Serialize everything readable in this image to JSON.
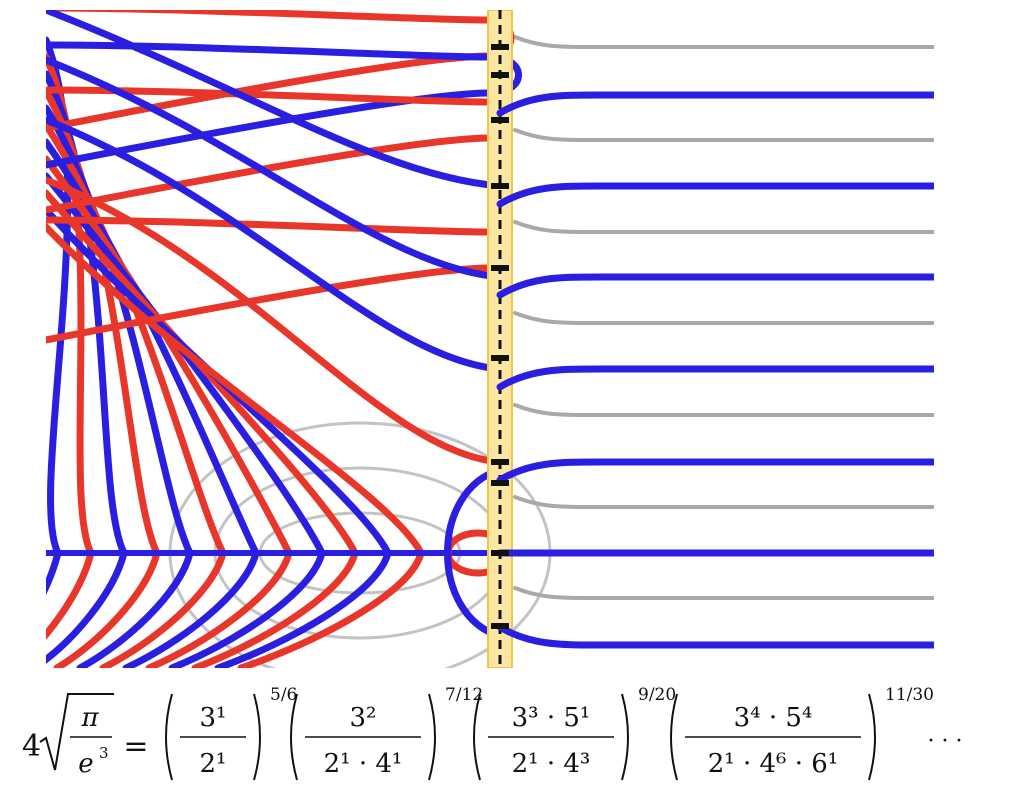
{
  "colors": {
    "blue": "#2a1fe0",
    "red": "#e8372a",
    "gray": "#a9a9a9",
    "band_fill": "#fbe7a1",
    "band_edge": "#efc64a",
    "marker": "#111111",
    "background": "#ffffff"
  },
  "formula": {
    "lhs_coeff": "4",
    "lhs_num": "π",
    "lhs_den_base": "e",
    "lhs_den_exp": "3",
    "equals": "=",
    "ellipsis": "· · ·",
    "factors": [
      {
        "num": [
          [
            "3",
            "1"
          ]
        ],
        "den": [
          [
            "2",
            "1"
          ]
        ],
        "exp": "5/6"
      },
      {
        "num": [
          [
            "3",
            "2"
          ]
        ],
        "den": [
          [
            "2",
            "1"
          ],
          [
            "4",
            "1"
          ]
        ],
        "exp": "7/12"
      },
      {
        "num": [
          [
            "3",
            "3"
          ],
          [
            "5",
            "1"
          ]
        ],
        "den": [
          [
            "2",
            "1"
          ],
          [
            "4",
            "3"
          ]
        ],
        "exp": "9/20"
      },
      {
        "num": [
          [
            "3",
            "4"
          ],
          [
            "5",
            "4"
          ]
        ],
        "den": [
          [
            "2",
            "1"
          ],
          [
            "4",
            "6"
          ],
          [
            "6",
            "1"
          ]
        ],
        "exp": "11/30"
      }
    ]
  }
}
